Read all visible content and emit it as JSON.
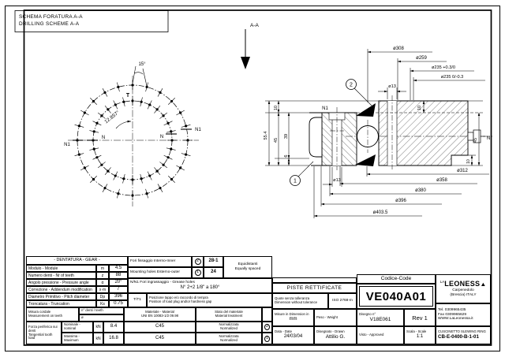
{
  "scheme": {
    "title_line1": "SCHEMA FORATURA   A-A",
    "title_line2": "DRILLING SCHEME    A-A",
    "angle_outer": "15°",
    "angle_inner": "12.857°",
    "label_t": "T",
    "label_n": "N",
    "label_n1": "N1",
    "outer_hole_count": 24,
    "inner_hole_count": 28
  },
  "section": {
    "view_label": "A-A",
    "balloon_1": "1",
    "balloon_2": "2",
    "label_n": "N",
    "label_n1": "N1",
    "dims_top": {
      "d308": "ø308",
      "d259": "ø259",
      "d235_plus": "ø235 +0.3/0",
      "d235_minus": "ø235 0/-0.3",
      "d13": "ø13"
    },
    "dims_bottom": {
      "d13": "ø13",
      "d312": "ø312",
      "d358": "ø358",
      "d380": "ø380",
      "d396": "ø396",
      "d403": "ø403.5"
    },
    "dims_left": {
      "total": "55.4",
      "h10": "10",
      "h45": "45",
      "h39": "39",
      "h6": "6"
    },
    "dims_right": {
      "t10": "10",
      "h45": "45",
      "b10": "10"
    }
  },
  "gear_table": {
    "title": "- DENTATURA - GEAR -",
    "rows": [
      {
        "label": "Modulo - Module",
        "sym": "m",
        "value": "4.5"
      },
      {
        "label": "Numero denti - Nr of teeth",
        "sym": "z",
        "value": "88"
      },
      {
        "label": "Angolo pressione - Pressure angle",
        "sym": "α",
        "value": "20°"
      },
      {
        "label": "Correzione - Addendum modification",
        "sym": "x·m",
        "value": "/"
      },
      {
        "label": "Diametro Primitivo - Pitch diameter",
        "sym": "Dp",
        "value": "396"
      },
      {
        "label": "Troncatura - Truncation",
        "sym": "Ks",
        "value": "0.75"
      }
    ],
    "chordal": {
      "label_it": "Misura cordale",
      "label_en": "Measurement on teeth",
      "row1_sym": "n°  denti / teeth",
      "row1_value": "",
      "row2_sym": "ø",
      "row2_value": ""
    },
    "load": {
      "label_it": "Forza periferica sui denti",
      "label_en": "Tangential tooth load",
      "rows": [
        {
          "label": "Nominale - nominal",
          "unit": "kN",
          "value": "8.4"
        },
        {
          "label": "Massima - Maximum",
          "unit": "kN",
          "value": "16.8"
        }
      ]
    }
  },
  "holes_table": {
    "row_inner": {
      "label": "Fori fissaggio Interno-Inner",
      "balloon": "2",
      "value": "28-1"
    },
    "row_outer": {
      "label": "Mounting holes Esterno-outer",
      "balloon": "1",
      "value": "24"
    },
    "spacing_it": "Equidistanti",
    "spacing_en": "Equally spaced",
    "grease_label": "N/N1  Fori ingrassaggio - Grease holes",
    "grease_value": "N°  2+2  1/8\"  a  180°",
    "plug_label": "T/T1",
    "plug_text_it": "Posizione tappo e/o raccordo di tempra",
    "plug_text_en": "Position of load plug and/or hardness gap"
  },
  "material_table": {
    "header_left_it": "Materiale - Material",
    "header_left_std": "UNI EN 10083-1/2   09.98",
    "header_right_it": "Stato del materiale",
    "header_right_en": "Material treatment",
    "rows": [
      {
        "material": "C45",
        "treatment_it": "Normalizzata",
        "treatment_en": "Normalized",
        "balloon": "2"
      },
      {
        "material": "C45",
        "treatment_it": "Normalizzata",
        "treatment_en": "Normalized",
        "balloon": "1"
      }
    ]
  },
  "title_block": {
    "ground_races": "PISTE RETTIFICATE",
    "tolerance_label_it": "Quote senza tolleranza",
    "tolerance_label_en": "Dimension without tolerance",
    "tolerance_value": "ISO 2768-m",
    "units_label": "Misure in  Dimension in",
    "units_value": "mm",
    "weight_label": "Peso - Weight",
    "weight_value": "",
    "code_label": "Codice-Code",
    "code_value": "VE040A01",
    "drawing_no_label_it": "Disegno n°",
    "drawing_no_label_en": "Drawing n°",
    "drawing_no_value": "V18E061",
    "rev_value": "Rev  1",
    "date_label": "Data - Date",
    "date_value": "24/03/04",
    "drawn_label": "Disegnato - Drawn",
    "drawn_value": "Attilio G.",
    "approved_label": "Visto - Approved",
    "approved_value": "",
    "scale_label": "Scala - Scale",
    "scale_value": "1:1",
    "product_label": "CUSCINETTO   SLEWING RING",
    "product_value": "CB-E-0400-B-1-01",
    "company": {
      "name_prefix": "LA",
      "name": "LEONESS",
      "name_end": "▲",
      "city": "Carpenedolo",
      "country": "(Brescia)  ITALY",
      "tel": "Tel.  0309965435",
      "fax": "Fax  0309965629",
      "web": "WWW.LaLeonessa.it"
    }
  }
}
